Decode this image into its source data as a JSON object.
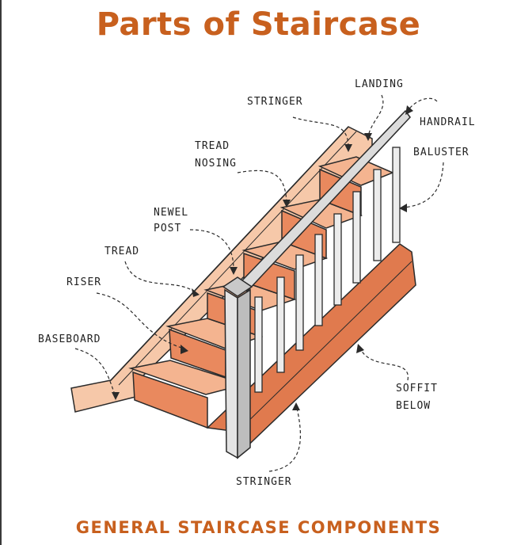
{
  "title": "Parts of Staircase",
  "footer": "GENERAL STAIRCASE COMPONENTS",
  "colors": {
    "title": "#c8601e",
    "tread_top": "#f4b490",
    "tread_front": "#e9895e",
    "wall": "#f6c8a9",
    "stringer": "#e07a4e",
    "post": "#d6d6d6",
    "outline": "#2a2a2a"
  },
  "labels": {
    "landing": "LANDING",
    "stringer_top": "STRINGER",
    "handrail": "HANDRAIL",
    "tread_nosing_1": "TREAD",
    "tread_nosing_2": "NOSING",
    "baluster": "BALUSTER",
    "newel_post_1": "NEWEL",
    "newel_post_2": "POST",
    "tread": "TREAD",
    "riser": "RISER",
    "baseboard": "BASEBOARD",
    "soffit_1": "SOFFIT",
    "soffit_2": "BELOW",
    "stringer_bottom": "STRINGER"
  }
}
